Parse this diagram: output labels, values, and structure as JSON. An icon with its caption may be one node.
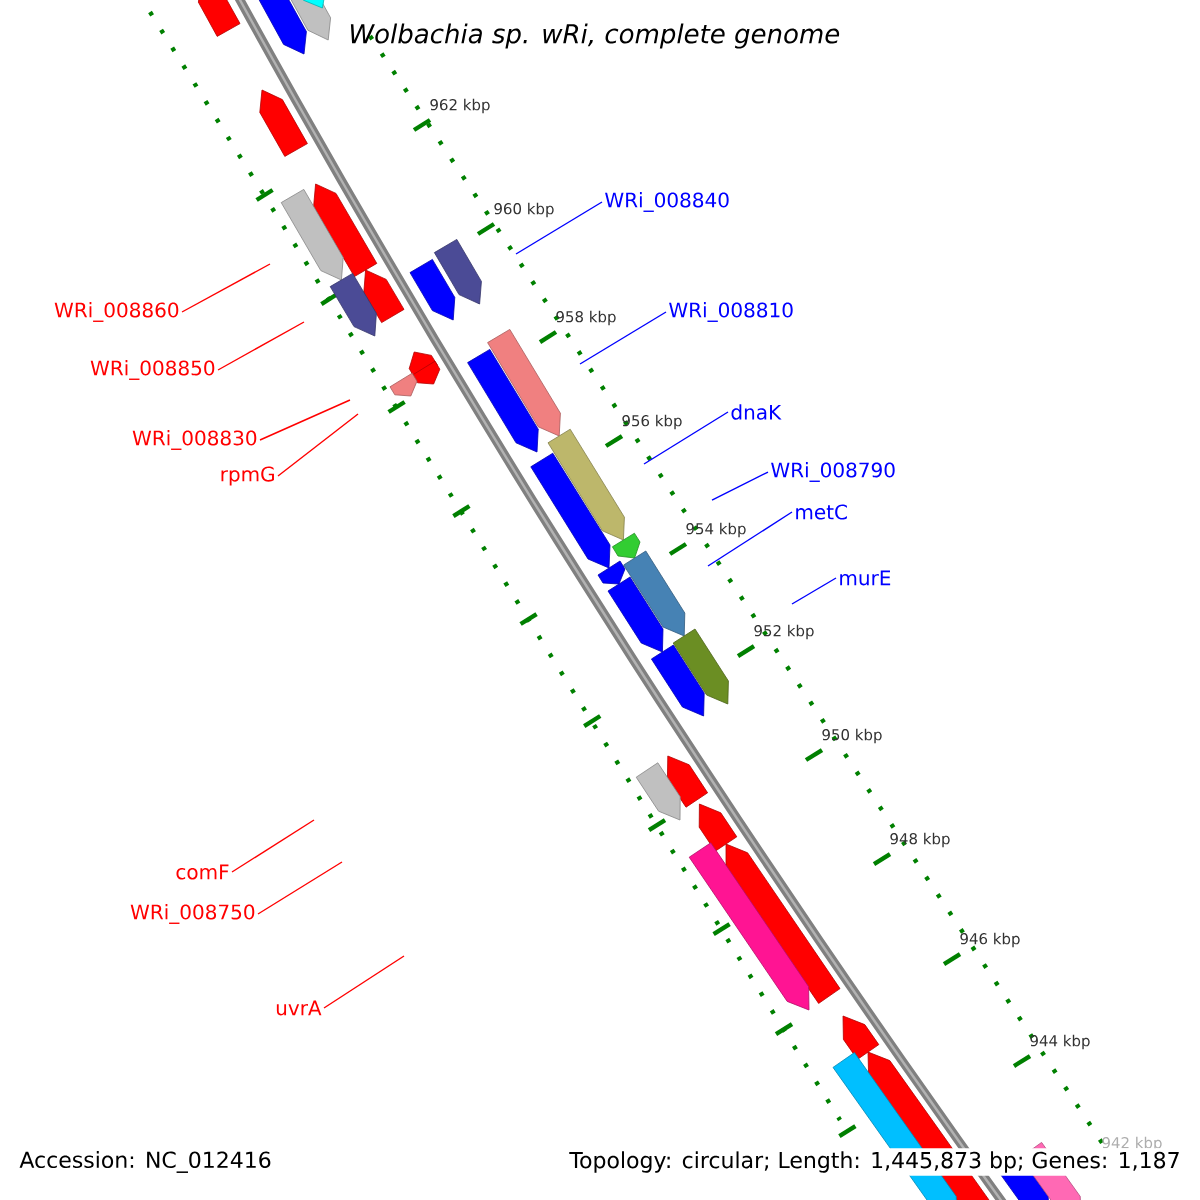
{
  "diagram": {
    "title": "Wolbachia sp. wRi, complete genome",
    "nodes": [
      {
        "text": [
          "WRi_008840"
        ]
      },
      {
        "text": [
          "WRi_008810"
        ]
      },
      {
        "text": [
          "dnaK"
        ]
      },
      {
        "text": [
          "WRi_008790"
        ]
      },
      {
        "text": [
          "metC"
        ]
      },
      {
        "text": [
          "murE"
        ]
      },
      {
        "text": [
          "WRi_008860"
        ]
      },
      {
        "text": [
          "WRi_008850"
        ]
      },
      {
        "text": [
          "WRi_008830"
        ]
      },
      {
        "text": [
          "rpmG"
        ]
      },
      {
        "text": [
          "comF"
        ]
      },
      {
        "text": [
          "WRi_008750"
        ]
      },
      {
        "text": [
          "uvrA"
        ]
      }
    ],
    "edges": [
      {
        "from": 0,
        "to": null,
        "arrow": "none",
        "color": "#0000ff"
      },
      {
        "from": 1,
        "to": null,
        "arrow": "none",
        "color": "#0000ff"
      },
      {
        "from": 2,
        "to": null,
        "arrow": "none",
        "color": "#0000ff"
      },
      {
        "from": 3,
        "to": null,
        "arrow": "none",
        "color": "#0000ff"
      },
      {
        "from": 4,
        "to": null,
        "arrow": "none",
        "color": "#0000ff"
      },
      {
        "from": 5,
        "to": null,
        "arrow": "none",
        "color": "#0000ff"
      },
      {
        "from": 6,
        "to": null,
        "arrow": "none",
        "color": "#ff0000"
      },
      {
        "from": 7,
        "to": null,
        "arrow": "none",
        "color": "#ff0000"
      },
      {
        "from": 8,
        "to": null,
        "arrow": "none",
        "color": "#ff0000"
      },
      {
        "from": 9,
        "to": null,
        "arrow": "none",
        "color": "#ff0000"
      },
      {
        "from": 10,
        "to": null,
        "arrow": "none",
        "color": "#ff0000"
      },
      {
        "from": 11,
        "to": null,
        "arrow": "none",
        "color": "#ff0000"
      },
      {
        "from": 12,
        "to": null,
        "arrow": "none",
        "color": "#ff0000"
      }
    ],
    "labels": [
      "962 kbp",
      "960 kbp",
      "958 kbp",
      "956 kbp",
      "954 kbp",
      "952 kbp",
      "950 kbp",
      "948 kbp",
      "946 kbp",
      "944 kbp",
      "942 kbp",
      "Accession: NC_012416",
      "Topology: circular; Length: 1,445,873 bp; Genes: 1,187"
    ]
  }
}
